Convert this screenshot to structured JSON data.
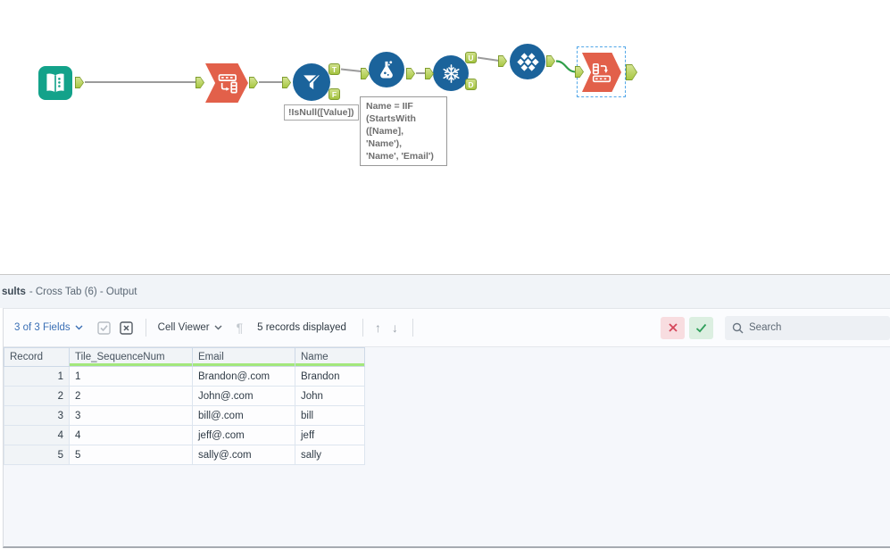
{
  "canvas": {
    "filter_annotation": "!IsNull([Value])",
    "formula_annotation": [
      "Name = IIF",
      "(StartsWith",
      "([Name], 'Name'),",
      "'Name', 'Email')"
    ],
    "anchor_labels": {
      "t": "T",
      "f": "F",
      "u": "U",
      "d": "D"
    },
    "colors": {
      "tool_blue": "#1b639b",
      "input_teal": "#13a28a",
      "tool_orange": "#e2604a",
      "anchor_green": "#a9c844",
      "wire_gray": "#9b9b9b",
      "selected_wire_green": "#2e9e48",
      "selection_dash_blue": "#51a7e8"
    }
  },
  "results": {
    "title_bold": "sults",
    "title_rest": "- Cross Tab (6) - Output",
    "toolbar": {
      "fields_label": "3 of 3 Fields",
      "cell_viewer_label": "Cell Viewer",
      "pilcrow": "¶",
      "records_label": "5 records displayed",
      "up_arrow": "↑",
      "down_arrow": "↓",
      "search_placeholder": "Search"
    },
    "table": {
      "columns": [
        "Record",
        "Tile_SequenceNum",
        "Email",
        "Name"
      ],
      "rows": [
        [
          "1",
          "1",
          "Brandon@.com",
          "Brandon"
        ],
        [
          "2",
          "2",
          "John@.com",
          "John"
        ],
        [
          "3",
          "3",
          "bill@.com",
          "bill"
        ],
        [
          "4",
          "4",
          "jeff@.com",
          "jeff"
        ],
        [
          "5",
          "5",
          "sally@.com",
          "sally"
        ]
      ],
      "header_underline_green": "#a3e77c"
    }
  }
}
